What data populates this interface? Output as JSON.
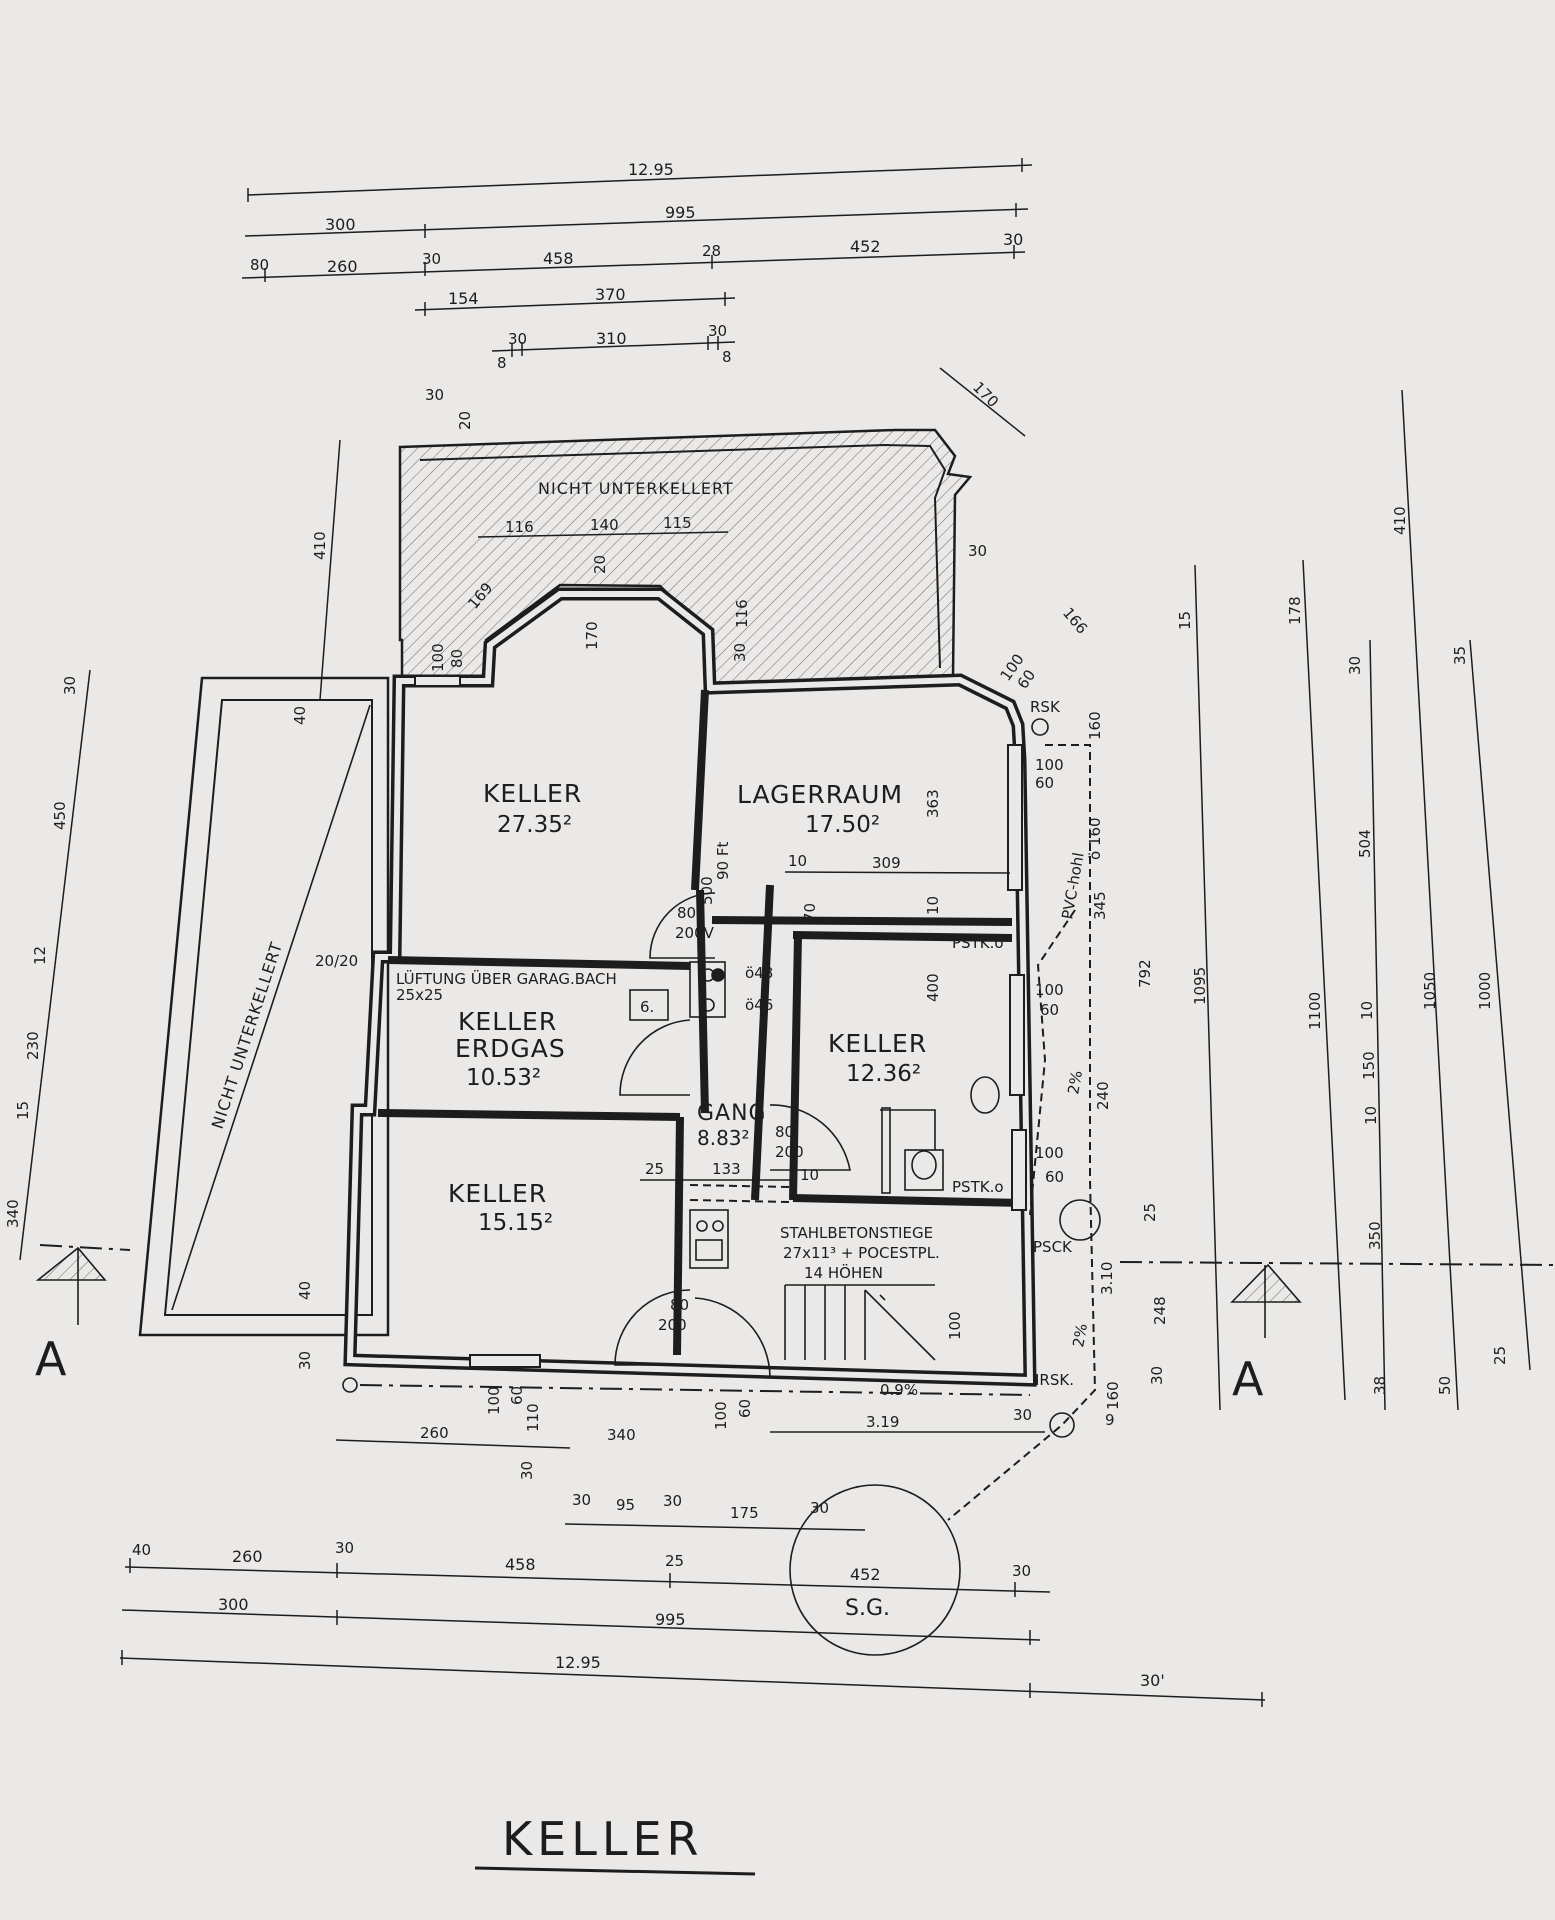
{
  "title": "KELLER",
  "rooms": {
    "keller_nw": {
      "name": "KELLER",
      "area": "27.35²"
    },
    "lagerraum": {
      "name": "LAGERRAUM",
      "area": "17.50²"
    },
    "keller_erdgas": {
      "name1": "KELLER",
      "name2": "ERDGAS",
      "area": "10.53²"
    },
    "keller_e": {
      "name": "KELLER",
      "area": "12.36²"
    },
    "gang": {
      "name": "GANG",
      "area": "8.83²"
    },
    "keller_sw": {
      "name": "KELLER",
      "area": "15.15²"
    }
  },
  "notes": {
    "nicht_unterkellert_top": "NICHT UNTERKELLERT",
    "nicht_unterkellert_left": "NICHT UNTERKELLERT",
    "lueftung": "LÜFTUNG ÜBER GARAG.BACH",
    "lueftung_size": "25x25",
    "box_6": "6.",
    "stiege1": "STAHLBETONSTIEGE",
    "stiege2": "27x11³ + POCESTPL.",
    "stiege3": "14 HÖHEN",
    "rsk": "RSK",
    "pstk1": "PSTK.o",
    "pstk2": "PSTK.o",
    "psck": "PSCK",
    "irsk": "IRSK.",
    "sg": "S.G.",
    "pvc": "PVC-hohl",
    "slope1": "2%",
    "slope2": "2%",
    "door_200v": "200V",
    "section_a": "A"
  },
  "dims_top": {
    "r1": [
      "12.95"
    ],
    "r2": [
      "300",
      "995",
      "30"
    ],
    "r3": [
      "80",
      "260",
      "30",
      "458",
      "28",
      "452"
    ],
    "r4": [
      "154",
      "370"
    ],
    "r5": [
      "30",
      "310",
      "30",
      "8",
      "8"
    ]
  },
  "dims_bottom": {
    "r0": [
      "30",
      "95",
      "30",
      "175",
      "30"
    ],
    "r1": [
      "40",
      "260",
      "30",
      "458",
      "25",
      "452",
      "30"
    ],
    "r2": [
      "300",
      "995"
    ],
    "r3": [
      "12.95",
      "30'"
    ]
  },
  "dims_inner": {
    "top_30": "30",
    "top_20a": "20",
    "top_20b": "20",
    "d116a": "116",
    "d140": "140",
    "d115": "115",
    "d116b": "116",
    "d169": "169",
    "d170a": "170",
    "d170b": "170",
    "d30a": "30",
    "d30b": "30",
    "d166": "166",
    "d100a": "100",
    "d60a": "60",
    "d160a": "160",
    "d100b": "100",
    "d60b": "60",
    "d160b": "ö 160",
    "d363": "363",
    "d10a": "10",
    "d309": "309",
    "d10b": "10",
    "d70": "70",
    "d345": "345",
    "d792": "792",
    "d400": "400",
    "d100c": "100",
    "d60c": "60",
    "d240": "240",
    "d100d": "100",
    "d60d": "60",
    "d80a": "80",
    "d200a": "200",
    "d10c": "10",
    "d25a": "25",
    "d133": "133",
    "d80b": "80",
    "d200b": "200",
    "d100e": "100",
    "d310": "3.10",
    "d248": "248",
    "d25b": "25",
    "d30c": "30",
    "d160c": "160",
    "d9": "9",
    "d319": "3.19",
    "d30d": "30",
    "d100f": "100",
    "d60e": "60",
    "d100g": "100",
    "d60f": "60",
    "d110": "110",
    "d260": "260",
    "d340": "340",
    "d30e": "30",
    "d40a": "40",
    "d30f": "30",
    "d48": "ö48",
    "d46": "ö46",
    "d2020": "20/20",
    "d500": "500",
    "d90": "90 Ft",
    "d09": "0.9%",
    "d40b": "40",
    "d100h": "100",
    "d80c": "80",
    "d410a": "410"
  },
  "dims_left": [
    "30",
    "450",
    "12",
    "230",
    "15",
    "340"
  ],
  "dims_right": {
    "c1": [
      "15",
      "1095"
    ],
    "c2": [
      "178",
      "1100"
    ],
    "c3": [
      "30",
      "504",
      "10",
      "150",
      "10",
      "350",
      "38"
    ],
    "c4": [
      "410",
      "1050",
      "50"
    ],
    "c5": [
      "35",
      "1000",
      "25"
    ]
  }
}
